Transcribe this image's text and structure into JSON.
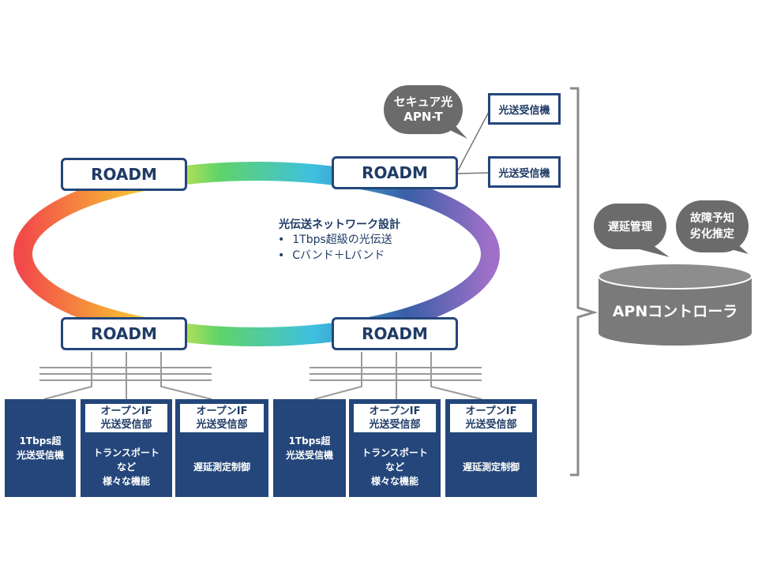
{
  "ring": {
    "center_title": "光伝送ネットワーク設計",
    "bullets": [
      "1Tbps超級の光伝送",
      "Cバンド＋Lバンド"
    ]
  },
  "roadm": {
    "top_left": "ROADM",
    "top_right": "ROADM",
    "bottom_left": "ROADM",
    "bottom_right": "ROADM"
  },
  "secure_bubble": {
    "line1": "セキュア光",
    "line2": "APN-T"
  },
  "transceivers": {
    "upper": "光送受信機",
    "lower": "光送受信機"
  },
  "controller": {
    "bubble_left": "遅延管理",
    "bubble_right_line1": "故障予知",
    "bubble_right_line2": "劣化推定",
    "label": "APNコントローラ"
  },
  "bottom_left_group": {
    "box1_line1": "1Tbps超",
    "box1_line2": "光送受信機",
    "box2_head_line1": "オープンIF",
    "box2_head_line2": "光送受信部",
    "box2_body_line1": "トランスポート",
    "box2_body_line2": "など",
    "box2_body_line3": "様々な機能",
    "box3_head_line1": "オープンIF",
    "box3_head_line2": "光送受信部",
    "box3_body": "遅延測定制御"
  },
  "bottom_right_group": {
    "box1_line1": "1Tbps超",
    "box1_line2": "光送受信機",
    "box2_head_line1": "オープンIF",
    "box2_head_line2": "光送受信部",
    "box2_body_line1": "トランスポート",
    "box2_body_line2": "など",
    "box2_body_line3": "様々な機能",
    "box3_head_line1": "オープンIF",
    "box3_head_line2": "光送受信部",
    "box3_body": "遅延測定制御"
  },
  "colors": {
    "navy": "#24467a",
    "gray": "#6b6b6b",
    "ring_gradient": [
      "#f24a4a",
      "#f7b733",
      "#e8e84a",
      "#5fd36a",
      "#3fc0e0",
      "#3a5fa8",
      "#a070c8"
    ]
  }
}
